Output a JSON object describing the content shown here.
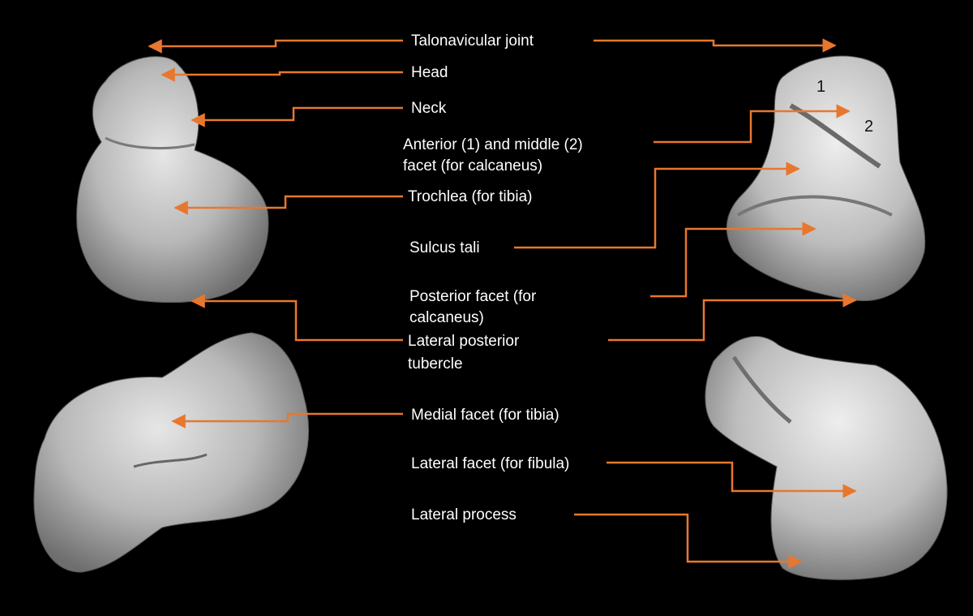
{
  "colors": {
    "background": "#000000",
    "leader": "#e8772e",
    "text": "#ffffff",
    "bone": "#b9b9b9"
  },
  "labels": {
    "talonavicular_joint": "Talonavicular joint",
    "head": "Head",
    "neck": "Neck",
    "anterior_middle_facet_line1": "Anterior (1) and middle (2)",
    "anterior_middle_facet_line2": "facet (for calcaneus)",
    "trochlea": "Trochlea (for tibia)",
    "sulcus_tali": "Sulcus tali",
    "posterior_facet_line1": "Posterior facet (for",
    "posterior_facet_line2": "calcaneus)",
    "lateral_posterior_tubercle_line1": "Lateral posterior",
    "lateral_posterior_tubercle_line2": "tubercle",
    "medial_facet": "Medial facet (for tibia)",
    "lateral_facet": "Lateral facet (for fibula)",
    "lateral_process": "Lateral process"
  },
  "markers": {
    "one": "1",
    "two": "2"
  }
}
